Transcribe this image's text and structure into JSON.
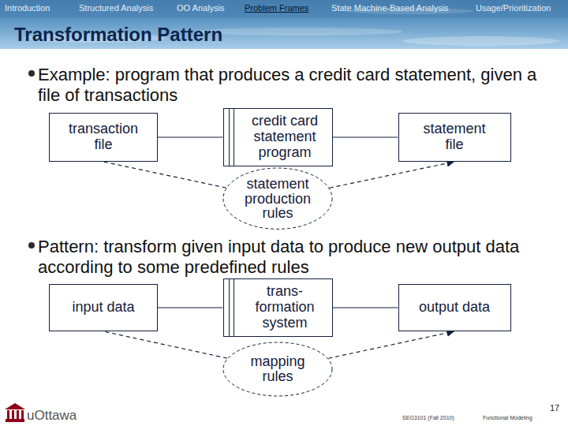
{
  "diagram": {
    "title": "Transformation Pattern",
    "nodes": [
      {
        "text": [
          "transaction file"
        ]
      },
      {
        "text": [
          "credit card statement program"
        ]
      },
      {
        "text": [
          "statement file"
        ]
      },
      {
        "text": [
          "statement production rules"
        ]
      },
      {
        "text": [
          "input data"
        ]
      },
      {
        "text": [
          "trans- formation system"
        ]
      },
      {
        "text": [
          "output data"
        ]
      },
      {
        "text": [
          "mapping rules"
        ]
      }
    ],
    "edges": [
      {
        "from": 0,
        "to": 1,
        "arrow": "none"
      },
      {
        "from": 1,
        "to": 2,
        "arrow": "none"
      },
      {
        "from": 3,
        "to": 0,
        "arrow": "none"
      },
      {
        "from": 3,
        "to": 2,
        "arrow": "to"
      },
      {
        "from": 4,
        "to": 5,
        "arrow": "none"
      },
      {
        "from": 5,
        "to": 6,
        "arrow": "none"
      },
      {
        "from": 7,
        "to": 4,
        "arrow": "none"
      },
      {
        "from": 7,
        "to": 6,
        "arrow": "to"
      }
    ],
    "labels": [
      "Introduction",
      "Structured Analysis",
      "OO Analysis",
      "Problem Frames",
      "State Machine-Based Analysis",
      "Usage/Prioritization",
      "Example: program that produces a credit card statement, given a file of transactions",
      "Pattern: transform given input data to produce new output data according to some predefined rules",
      "uOttawa",
      "SEG3101 (Fall 2010)",
      "Functional Modeling",
      "17"
    ]
  }
}
